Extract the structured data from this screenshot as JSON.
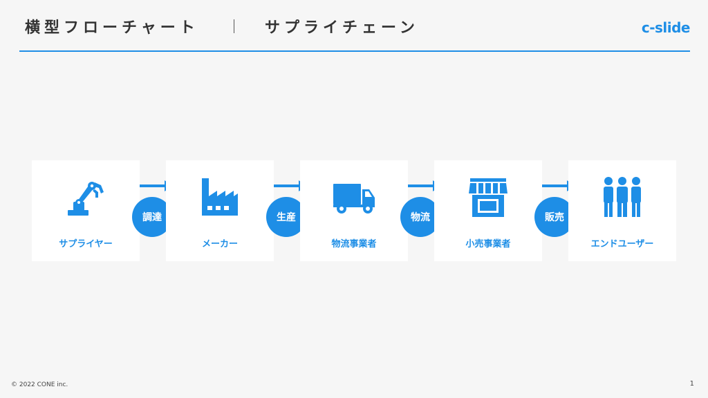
{
  "header": {
    "title": "横型フローチャート",
    "subtitle": "サプライチェーン",
    "logo": "c-slide"
  },
  "flow": {
    "steps": [
      {
        "label": "サプライヤー",
        "icon": "robot-arm-icon"
      },
      {
        "label": "メーカー",
        "icon": "factory-icon"
      },
      {
        "label": "物流事業者",
        "icon": "truck-icon"
      },
      {
        "label": "小売事業者",
        "icon": "store-icon"
      },
      {
        "label": "エンドユーザー",
        "icon": "people-icon"
      }
    ],
    "transitions": [
      {
        "label": "調達"
      },
      {
        "label": "生産"
      },
      {
        "label": "物流"
      },
      {
        "label": "販売"
      }
    ]
  },
  "footer": {
    "copyright": "© 2022 CONE inc.",
    "page_number": "1"
  },
  "colors": {
    "accent": "#1e8ee6",
    "background": "#f6f6f6",
    "card": "#ffffff",
    "text": "#333333"
  }
}
